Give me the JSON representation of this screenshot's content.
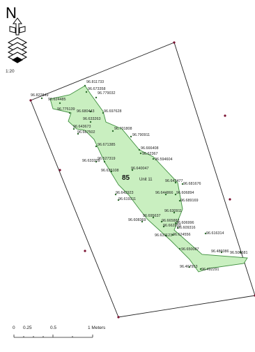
{
  "map": {
    "north_label": "N",
    "scale_ratio": "1:20",
    "plot_number": "85",
    "unit_label": "Unit 11",
    "scale_bar": {
      "labels": [
        "0",
        "0.25",
        "0.5",
        "1 Meters"
      ]
    },
    "colors": {
      "parcel_fill": "#c9efc0",
      "parcel_stroke": "#3f8f3f",
      "boundary_stroke": "#222222",
      "boundary_vertex": "#7a1030",
      "elevation_point": "#2f6e2f"
    },
    "icons": [
      "north-arrow-icon",
      "layers-icon"
    ],
    "elevations": [
      "96.811733",
      "96.673358",
      "96.779032",
      "96.822849",
      "96.624485",
      "96.775139",
      "96.680443",
      "96.697628",
      "96.633263",
      "96.643673",
      "96.667502",
      "96.701808",
      "96.790911",
      "96.671385",
      "96.666408",
      "96.62367",
      "96.594604",
      "96.633209",
      "96.527319",
      "96.635108",
      "96.640047",
      "96.642477",
      "96.681676",
      "96.644866",
      "96.606894",
      "96.642923",
      "96.619311",
      "96.689169",
      "96.630911",
      "96.695637",
      "96.608369",
      "96.665882",
      "96.606996",
      "96.662833",
      "96.609316",
      "96.631123",
      "96.624556",
      "96.616314",
      "96.650087",
      "96.486086",
      "96.505681",
      "96.467953",
      "96.492291"
    ]
  }
}
